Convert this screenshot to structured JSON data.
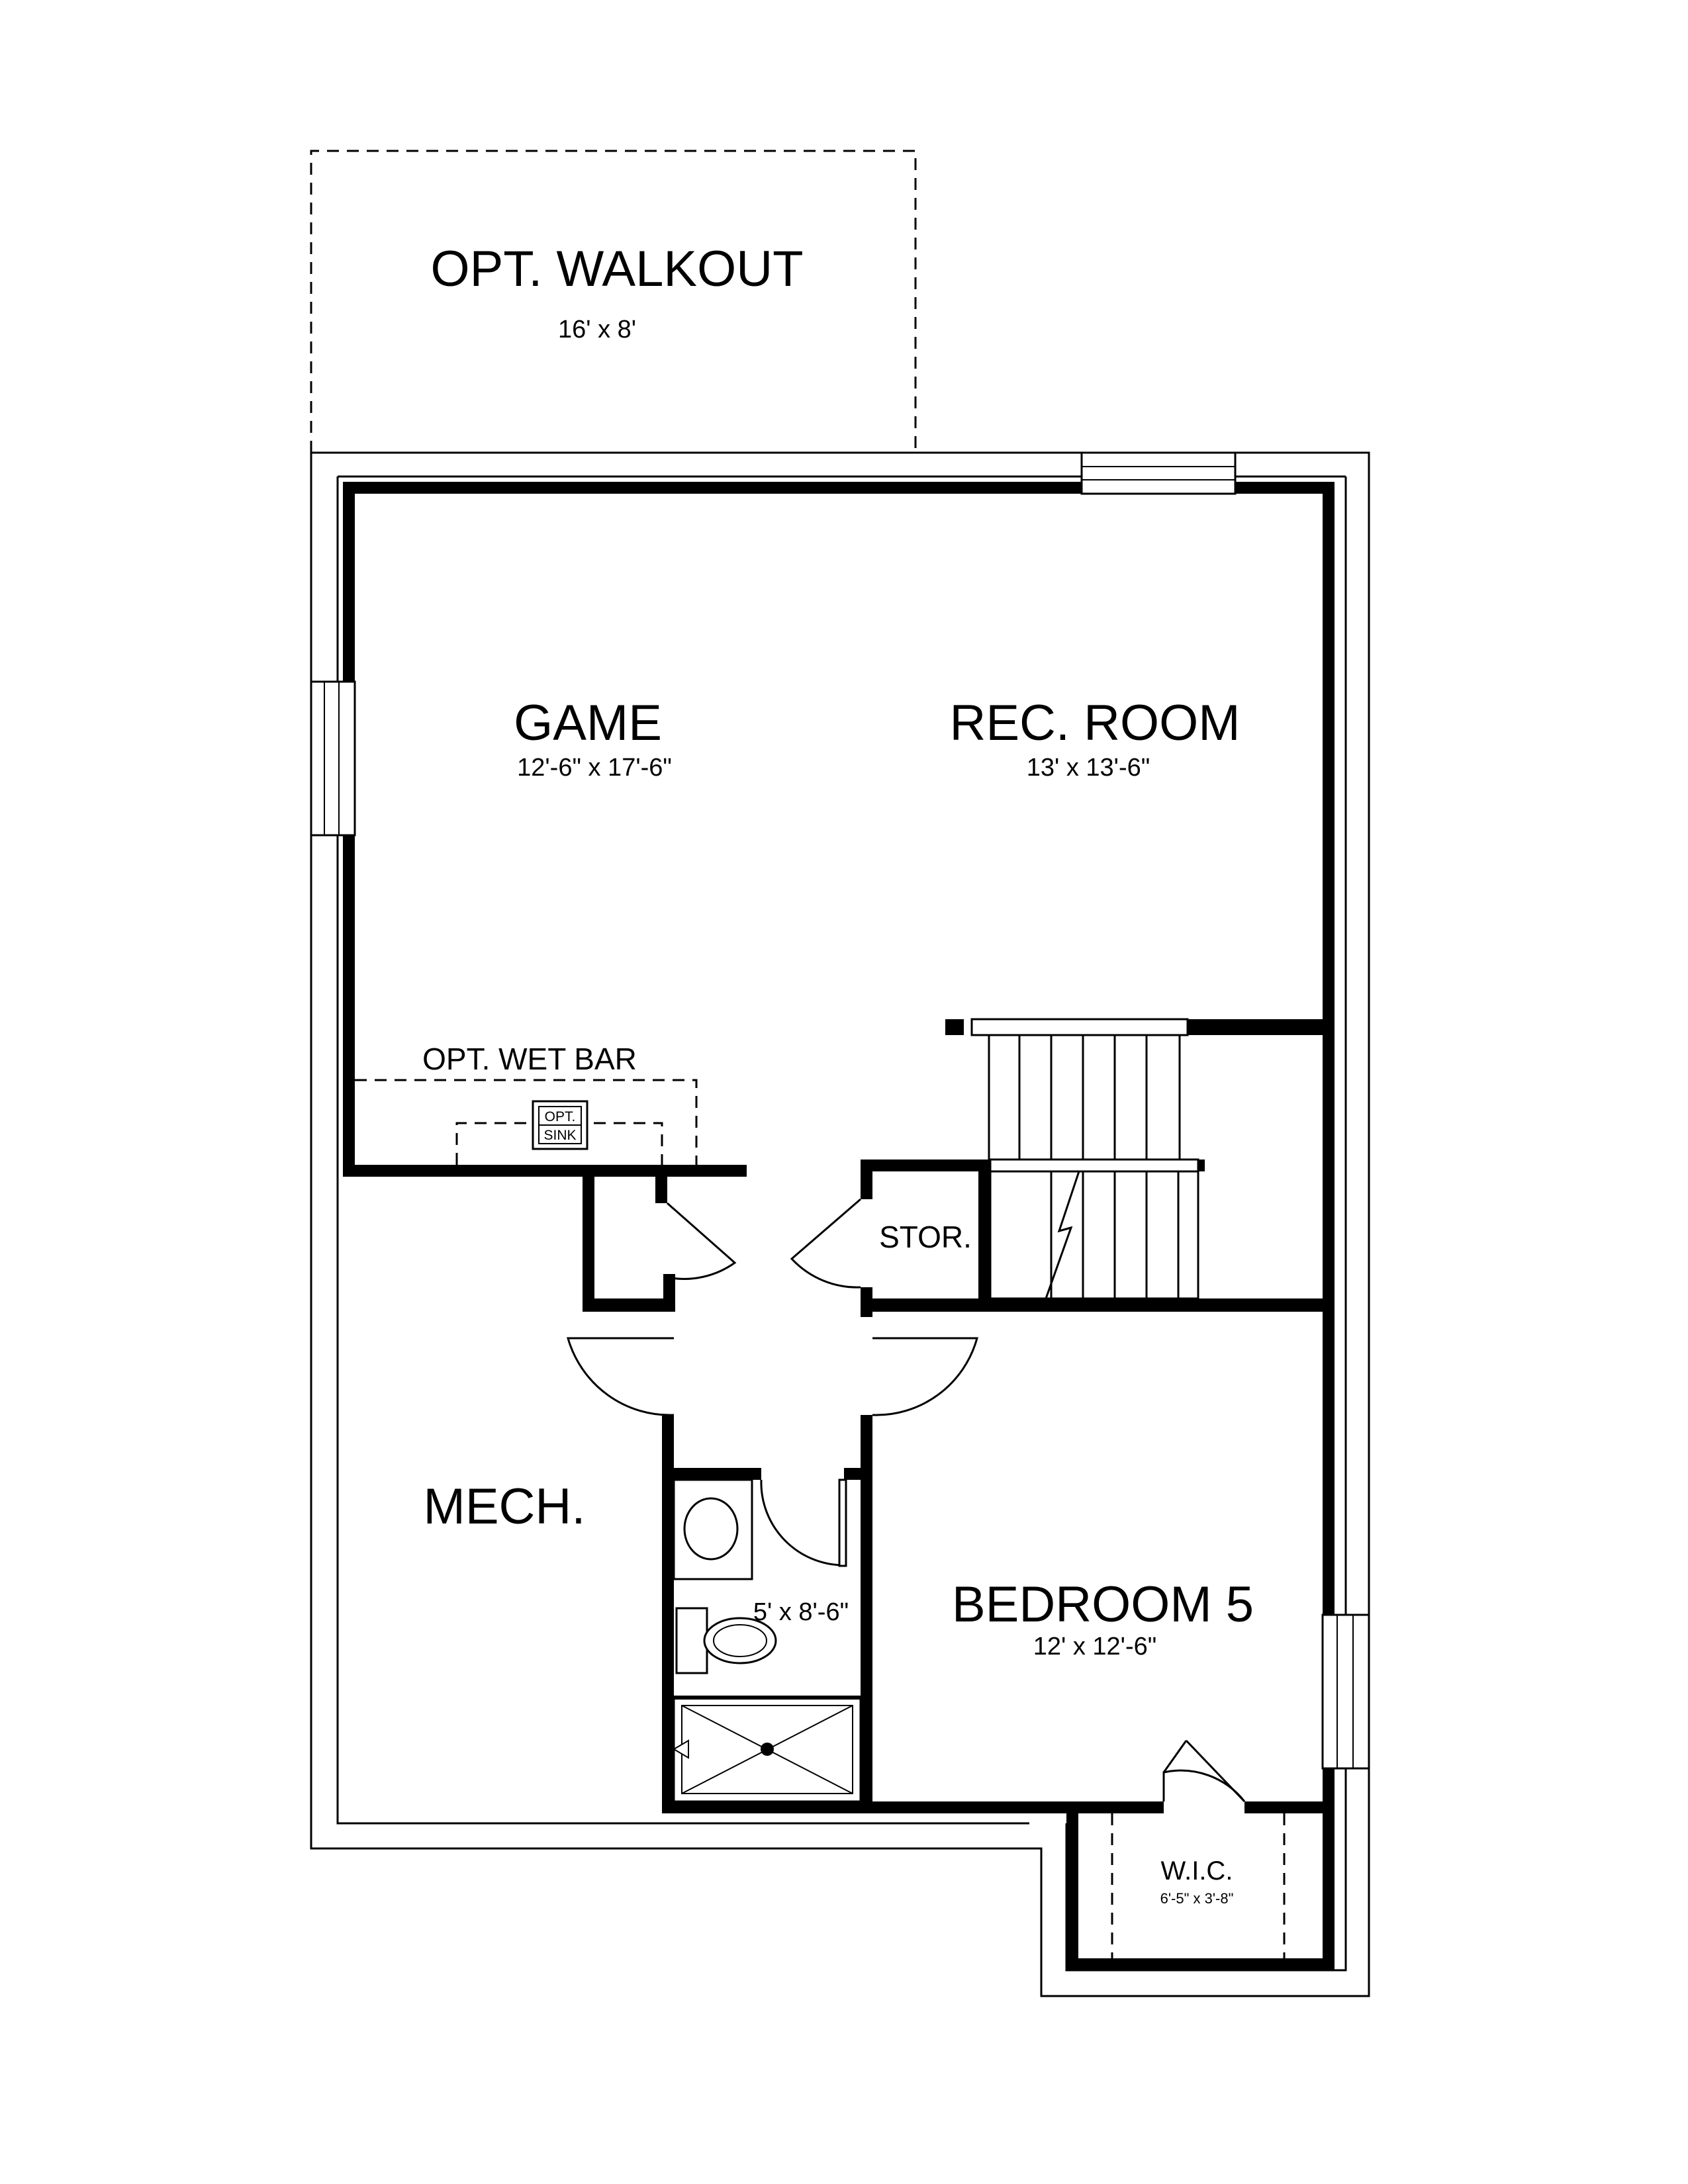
{
  "rooms": {
    "walkout": {
      "name": "OPT. WALKOUT",
      "dims": "16' x 8'"
    },
    "game": {
      "name": "GAME",
      "dims": "12'-6\" x 17'-6\""
    },
    "rec_room": {
      "name": "REC. ROOM",
      "dims": "13' x 13'-6\""
    },
    "wet_bar": {
      "name": "OPT. WET BAR"
    },
    "sink": {
      "line1": "OPT.",
      "line2": "SINK"
    },
    "storage": {
      "name": "STOR."
    },
    "mech": {
      "name": "MECH."
    },
    "bath": {
      "dims": "5' x 8'-6\""
    },
    "bedroom5": {
      "name": "BEDROOM 5",
      "dims": "12' x 12'-6\""
    },
    "wic": {
      "name": "W.I.C.",
      "dims": "6'-5\" x 3'-8\""
    }
  }
}
